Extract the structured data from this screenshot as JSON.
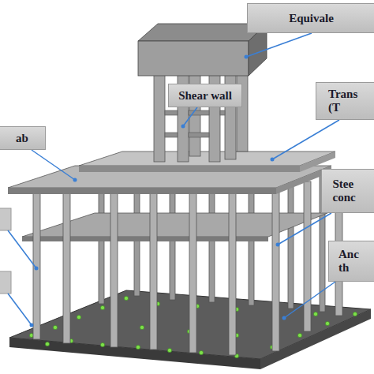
{
  "diagram": {
    "nodes": [
      {
        "text": [
          "Equivale"
        ]
      },
      {
        "text": [
          "Trans (T"
        ]
      },
      {
        "text": [
          "Shear wall"
        ]
      },
      {
        "text": [
          "ab"
        ]
      },
      {
        "text": [
          "Stee conc"
        ]
      },
      {
        "text": [
          "Anc th"
        ]
      }
    ]
  }
}
